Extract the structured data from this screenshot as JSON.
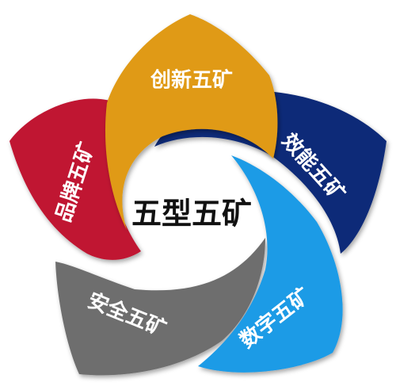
{
  "center": {
    "label": "五型五矿"
  },
  "petals": [
    {
      "label": "创新五矿",
      "color": "#e09a12"
    },
    {
      "label": "效能五矿",
      "color": "#102a78"
    },
    {
      "label": "数字五矿",
      "color": "#1f9be6"
    },
    {
      "label": "安全五矿",
      "color": "#6e6e6e"
    },
    {
      "label": "品牌五矿",
      "color": "#c01430"
    }
  ]
}
